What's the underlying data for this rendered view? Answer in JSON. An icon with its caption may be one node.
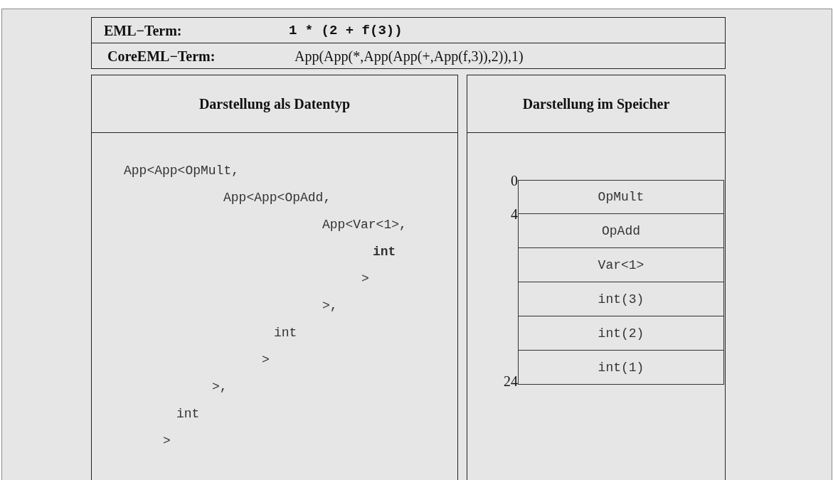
{
  "diagram": {
    "nodes": [
      {
        "text": [
          "EML−Term:",
          "1 * (2 + f(3))"
        ]
      },
      {
        "text": [
          "CoreEML−Term:",
          "App(App(*,App(App(+,App(f,3)),2)),1)"
        ]
      },
      {
        "text": [
          "Darstellung als Datentyp",
          "App<App<OpMult,",
          "App<App<OpAdd,",
          "App<Var<1>,",
          "int",
          ">",
          ">,",
          "int",
          ">",
          ">,",
          "int",
          ">"
        ]
      },
      {
        "text": [
          "Darstellung im Speicher"
        ]
      },
      {
        "text": [
          "OpMult"
        ],
        "in": 3,
        "beside": [
          "0"
        ]
      },
      {
        "text": [
          "OpAdd"
        ],
        "in": 3,
        "beside": [
          "4"
        ]
      },
      {
        "text": [
          "Var<1>"
        ],
        "in": 3
      },
      {
        "text": [
          "int(3)"
        ],
        "in": 3
      },
      {
        "text": [
          "int(2)"
        ],
        "in": 3
      },
      {
        "text": [
          "int(1)"
        ],
        "in": 3,
        "beside": [
          "24"
        ]
      }
    ],
    "edges": []
  }
}
